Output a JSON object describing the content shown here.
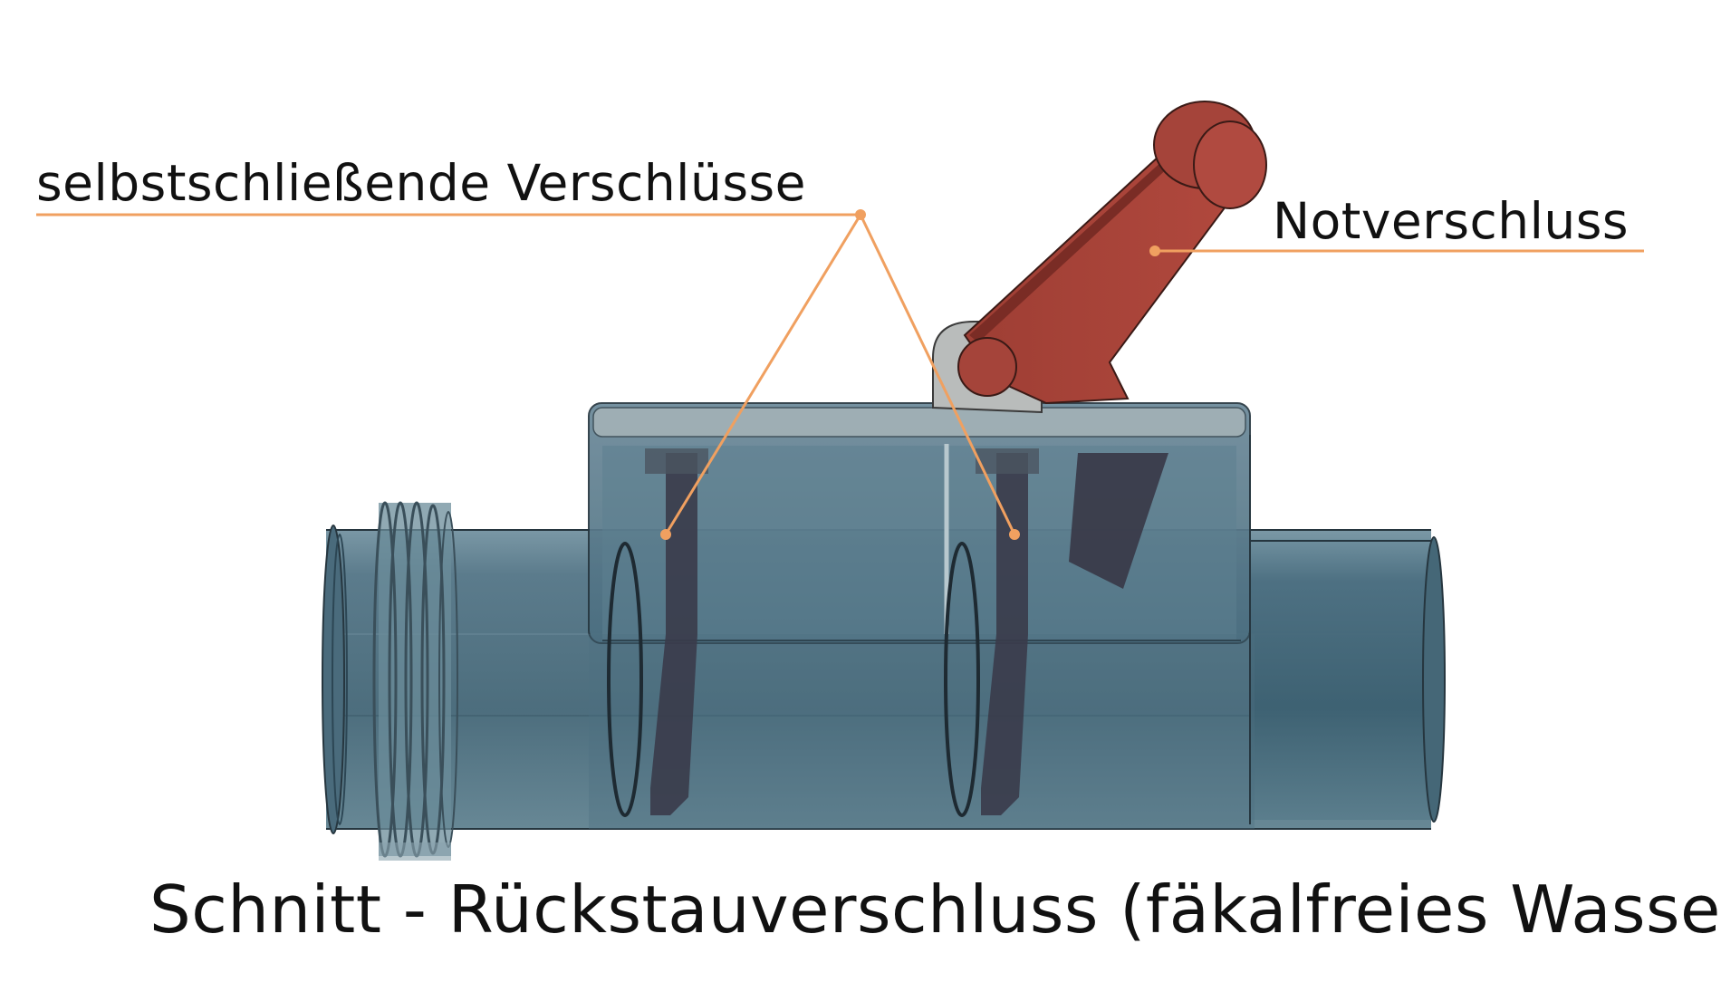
{
  "labels": {
    "self_closing": "selbstschließende Verschlüsse",
    "emergency": "Notverschluss"
  },
  "caption": "Schnitt - Rückstauverschluss (fäkalfreies Wasser)",
  "colors": {
    "pipe_body": "#3f6577",
    "pipe_edge": "#1f2f38",
    "housing": "#5a7c8c",
    "flap": "#3a3b4a",
    "lever": "#a5443a",
    "lever_dark": "#7a2c25",
    "hinge": "#b9bcbb",
    "leader_line": "#f0a060"
  }
}
